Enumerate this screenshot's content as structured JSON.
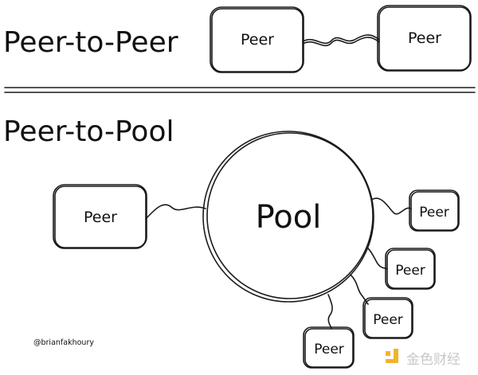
{
  "sections": [
    {
      "title": "Peer-to-Peer",
      "nodes": [
        "Peer",
        "Peer"
      ]
    },
    {
      "title": "Peer-to-Pool",
      "pool_label": "Pool",
      "nodes": [
        "Peer",
        "Peer",
        "Peer",
        "Peer",
        "Peer"
      ]
    }
  ],
  "credit": "@brianfakhoury",
  "watermark": "金色财经",
  "colors": {
    "ink": "#1a1a1a",
    "watermark_accent": "#f0b429",
    "watermark_text": "#c8c8c8"
  }
}
